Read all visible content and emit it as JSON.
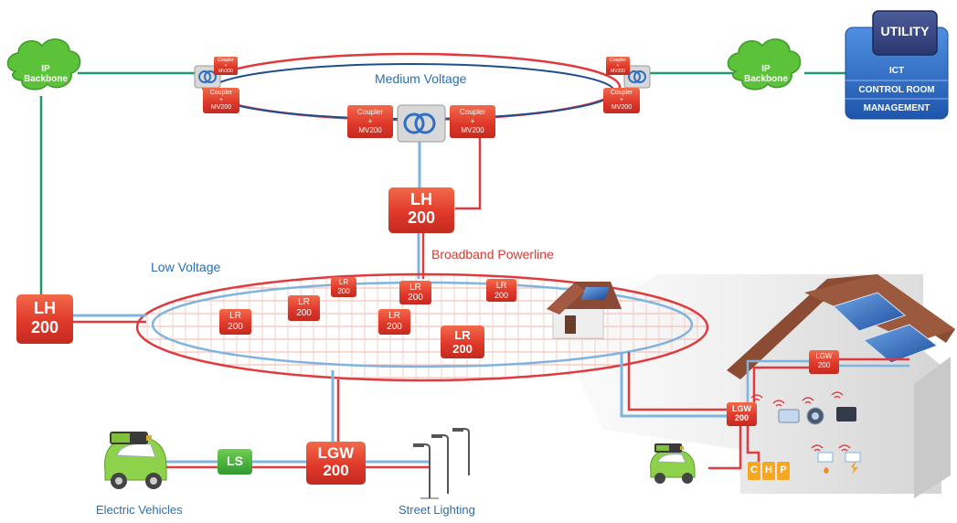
{
  "labels": {
    "medium_voltage": "Medium Voltage",
    "low_voltage": "Low Voltage",
    "broadband_powerline": "Broadband Powerline",
    "electric_vehicles": "Electric Vehicles",
    "street_lighting": "Street Lighting"
  },
  "clouds": {
    "left": [
      "IP",
      "Backbone"
    ],
    "right": [
      "IP",
      "Backbone"
    ]
  },
  "utility": {
    "title": "UTILITY",
    "rows": [
      "ICT",
      "CONTROL ROOM",
      "MANAGEMENT"
    ]
  },
  "devices": {
    "coupler": [
      "Coupler",
      "+",
      "MV200"
    ],
    "lh": [
      "LH",
      "200"
    ],
    "lr": [
      "LR",
      "200"
    ],
    "lgw": [
      "LGW",
      "200"
    ],
    "ls": "LS"
  },
  "chp": [
    "C",
    "H",
    "P"
  ],
  "colors": {
    "red_line": "#e0393e",
    "blue_line": "#7fb4e0",
    "navy_line": "#1f4e8c",
    "green_line": "#1f9a6a",
    "box_red": "#e0392b",
    "cloud_green": "#5cc23a",
    "utility_blue": "#2f6fc4",
    "caption_blue": "#2a6fb0"
  }
}
